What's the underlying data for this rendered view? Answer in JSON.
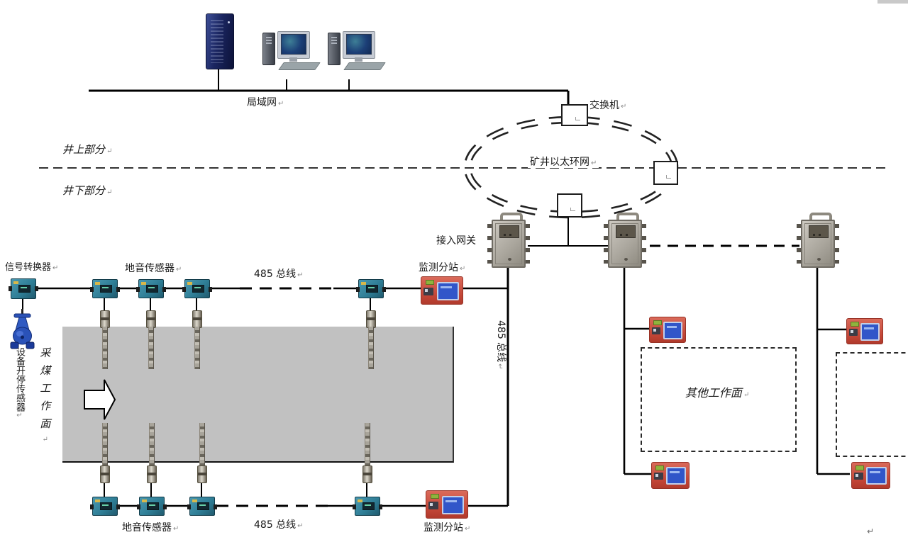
{
  "page": {
    "background": "#ffffff"
  },
  "marks": {
    "return": "↵"
  },
  "surface": {
    "lan_label": "局域网",
    "switch_label": "交换机",
    "ring_label": "矿井以太环网",
    "above_ground_label": "井上部分",
    "below_ground_label": "井下部分"
  },
  "underground": {
    "gateway_label": "接入网关",
    "bus485": {
      "top": "485 总线",
      "vertical": "485 总线",
      "bottom": "485 总线"
    },
    "substation": {
      "top": "监测分站",
      "bottom": "监测分站"
    },
    "signal_converter_label": "信号转换器",
    "geophone": {
      "top": "地音传感器",
      "bottom": "地音传感器"
    },
    "equipment_onoff_sensor_label": "设备开停传感器",
    "coal_face_label": "采煤工作面",
    "other_face_label": "其他工作面"
  },
  "colors": {
    "substation_red": "#c94a3a",
    "sensor_teal": "#2f7e96",
    "gateway_gray": "#b3afa6",
    "face_gray": "#c1c1c1",
    "valve_blue": "#2a52b8",
    "server_navy": "#1a2560",
    "line": "#000000"
  }
}
